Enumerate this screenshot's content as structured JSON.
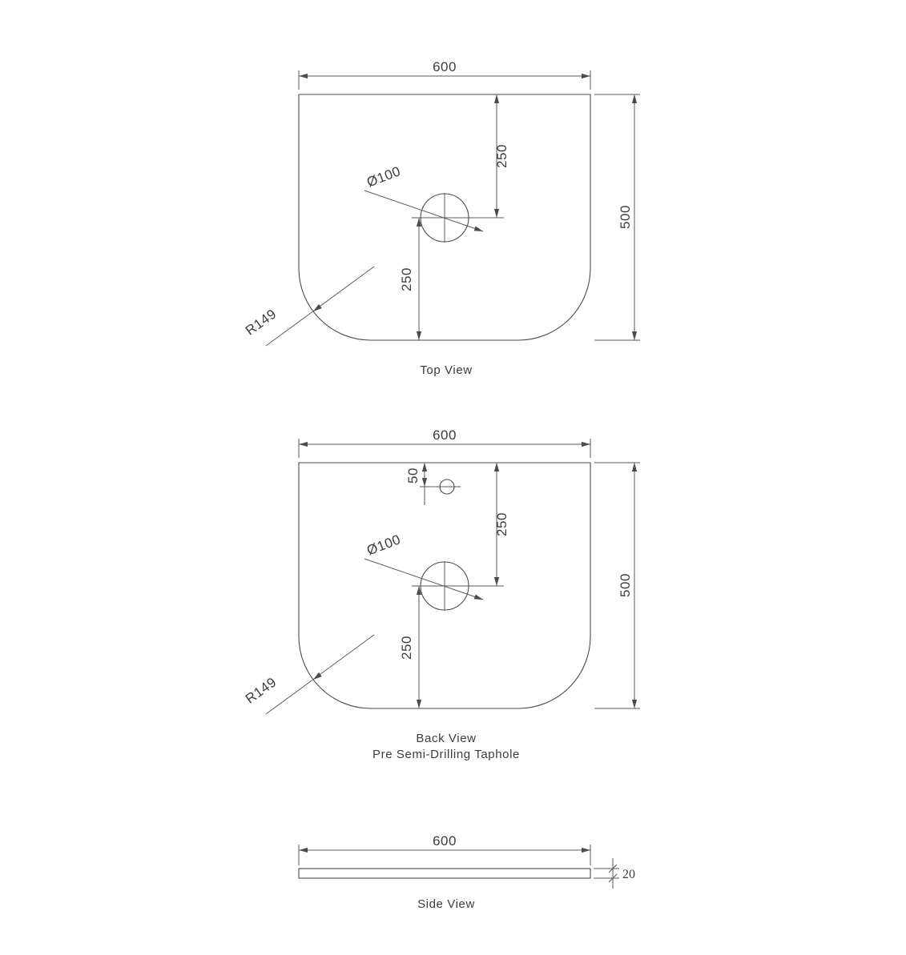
{
  "page": {
    "background": "#ffffff",
    "line_color": "#4b4b4b",
    "text_color": "#3c3c3c"
  },
  "views": {
    "top": {
      "title": "Top View",
      "dim_width": "600",
      "dim_depth": "500",
      "dim_hole_offset_top": "250",
      "dim_hole_offset_bottom": "250",
      "hole_diameter": "Ø100",
      "corner_radius": "R149"
    },
    "back": {
      "title": "Back View",
      "subtitle": "Pre Semi-Drilling Taphole",
      "dim_width": "600",
      "dim_depth": "500",
      "dim_hole_offset_top": "250",
      "dim_hole_offset_bottom": "250",
      "dim_taphole_offset": "50",
      "hole_diameter": "Ø100",
      "corner_radius": "R149"
    },
    "side": {
      "title": "Side View",
      "dim_width": "600",
      "dim_thickness": "20"
    }
  }
}
